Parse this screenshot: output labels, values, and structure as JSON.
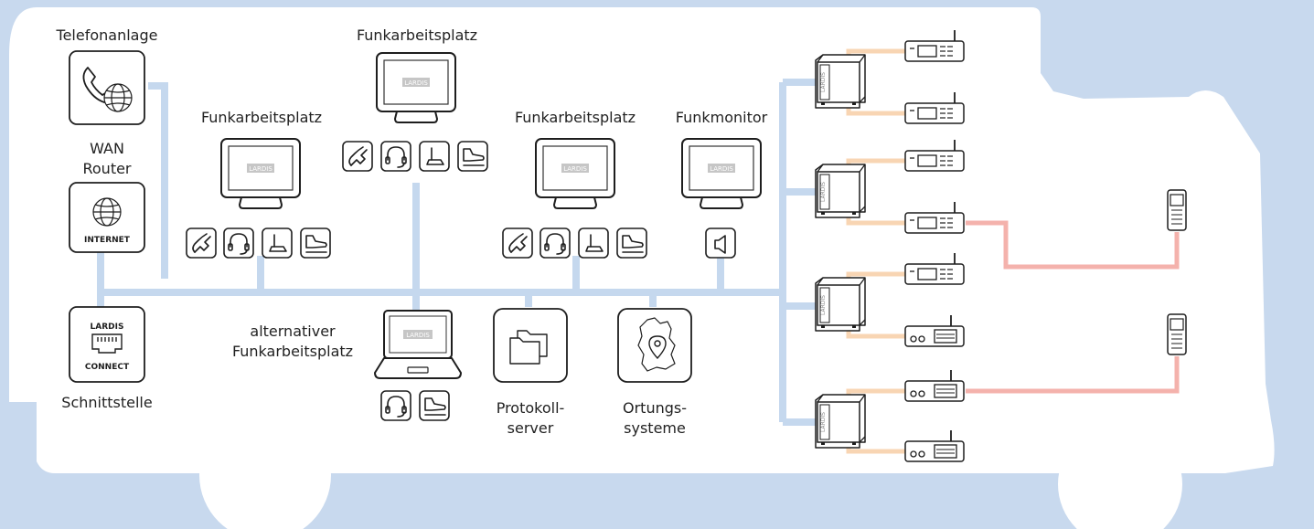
{
  "labels": {
    "telefonanlage": "Telefonanlage",
    "wan_line1": "WAN",
    "wan_line2": "Router",
    "internet": "INTERNET",
    "lardis": "LARDIS",
    "connect": "CONNECT",
    "schnittstelle": "Schnittstelle",
    "funkarbeitsplatz": "Funkarbeitsplatz",
    "funkmonitor": "Funkmonitor",
    "alt_line1": "alternativer",
    "alt_line2": "Funkarbeitsplatz",
    "protokoll_line1": "Protokoll-",
    "protokoll_line2": "server",
    "ortung_line1": "Ortungs-",
    "ortung_line2": "systeme"
  },
  "colors": {
    "background": "#c8d9ee",
    "truck_body": "#ffffff",
    "network_line": "#c5d8ee",
    "radio_link": "#f8d5b3",
    "handset_link": "#f4b2ac",
    "stroke": "#1e1e1e"
  }
}
